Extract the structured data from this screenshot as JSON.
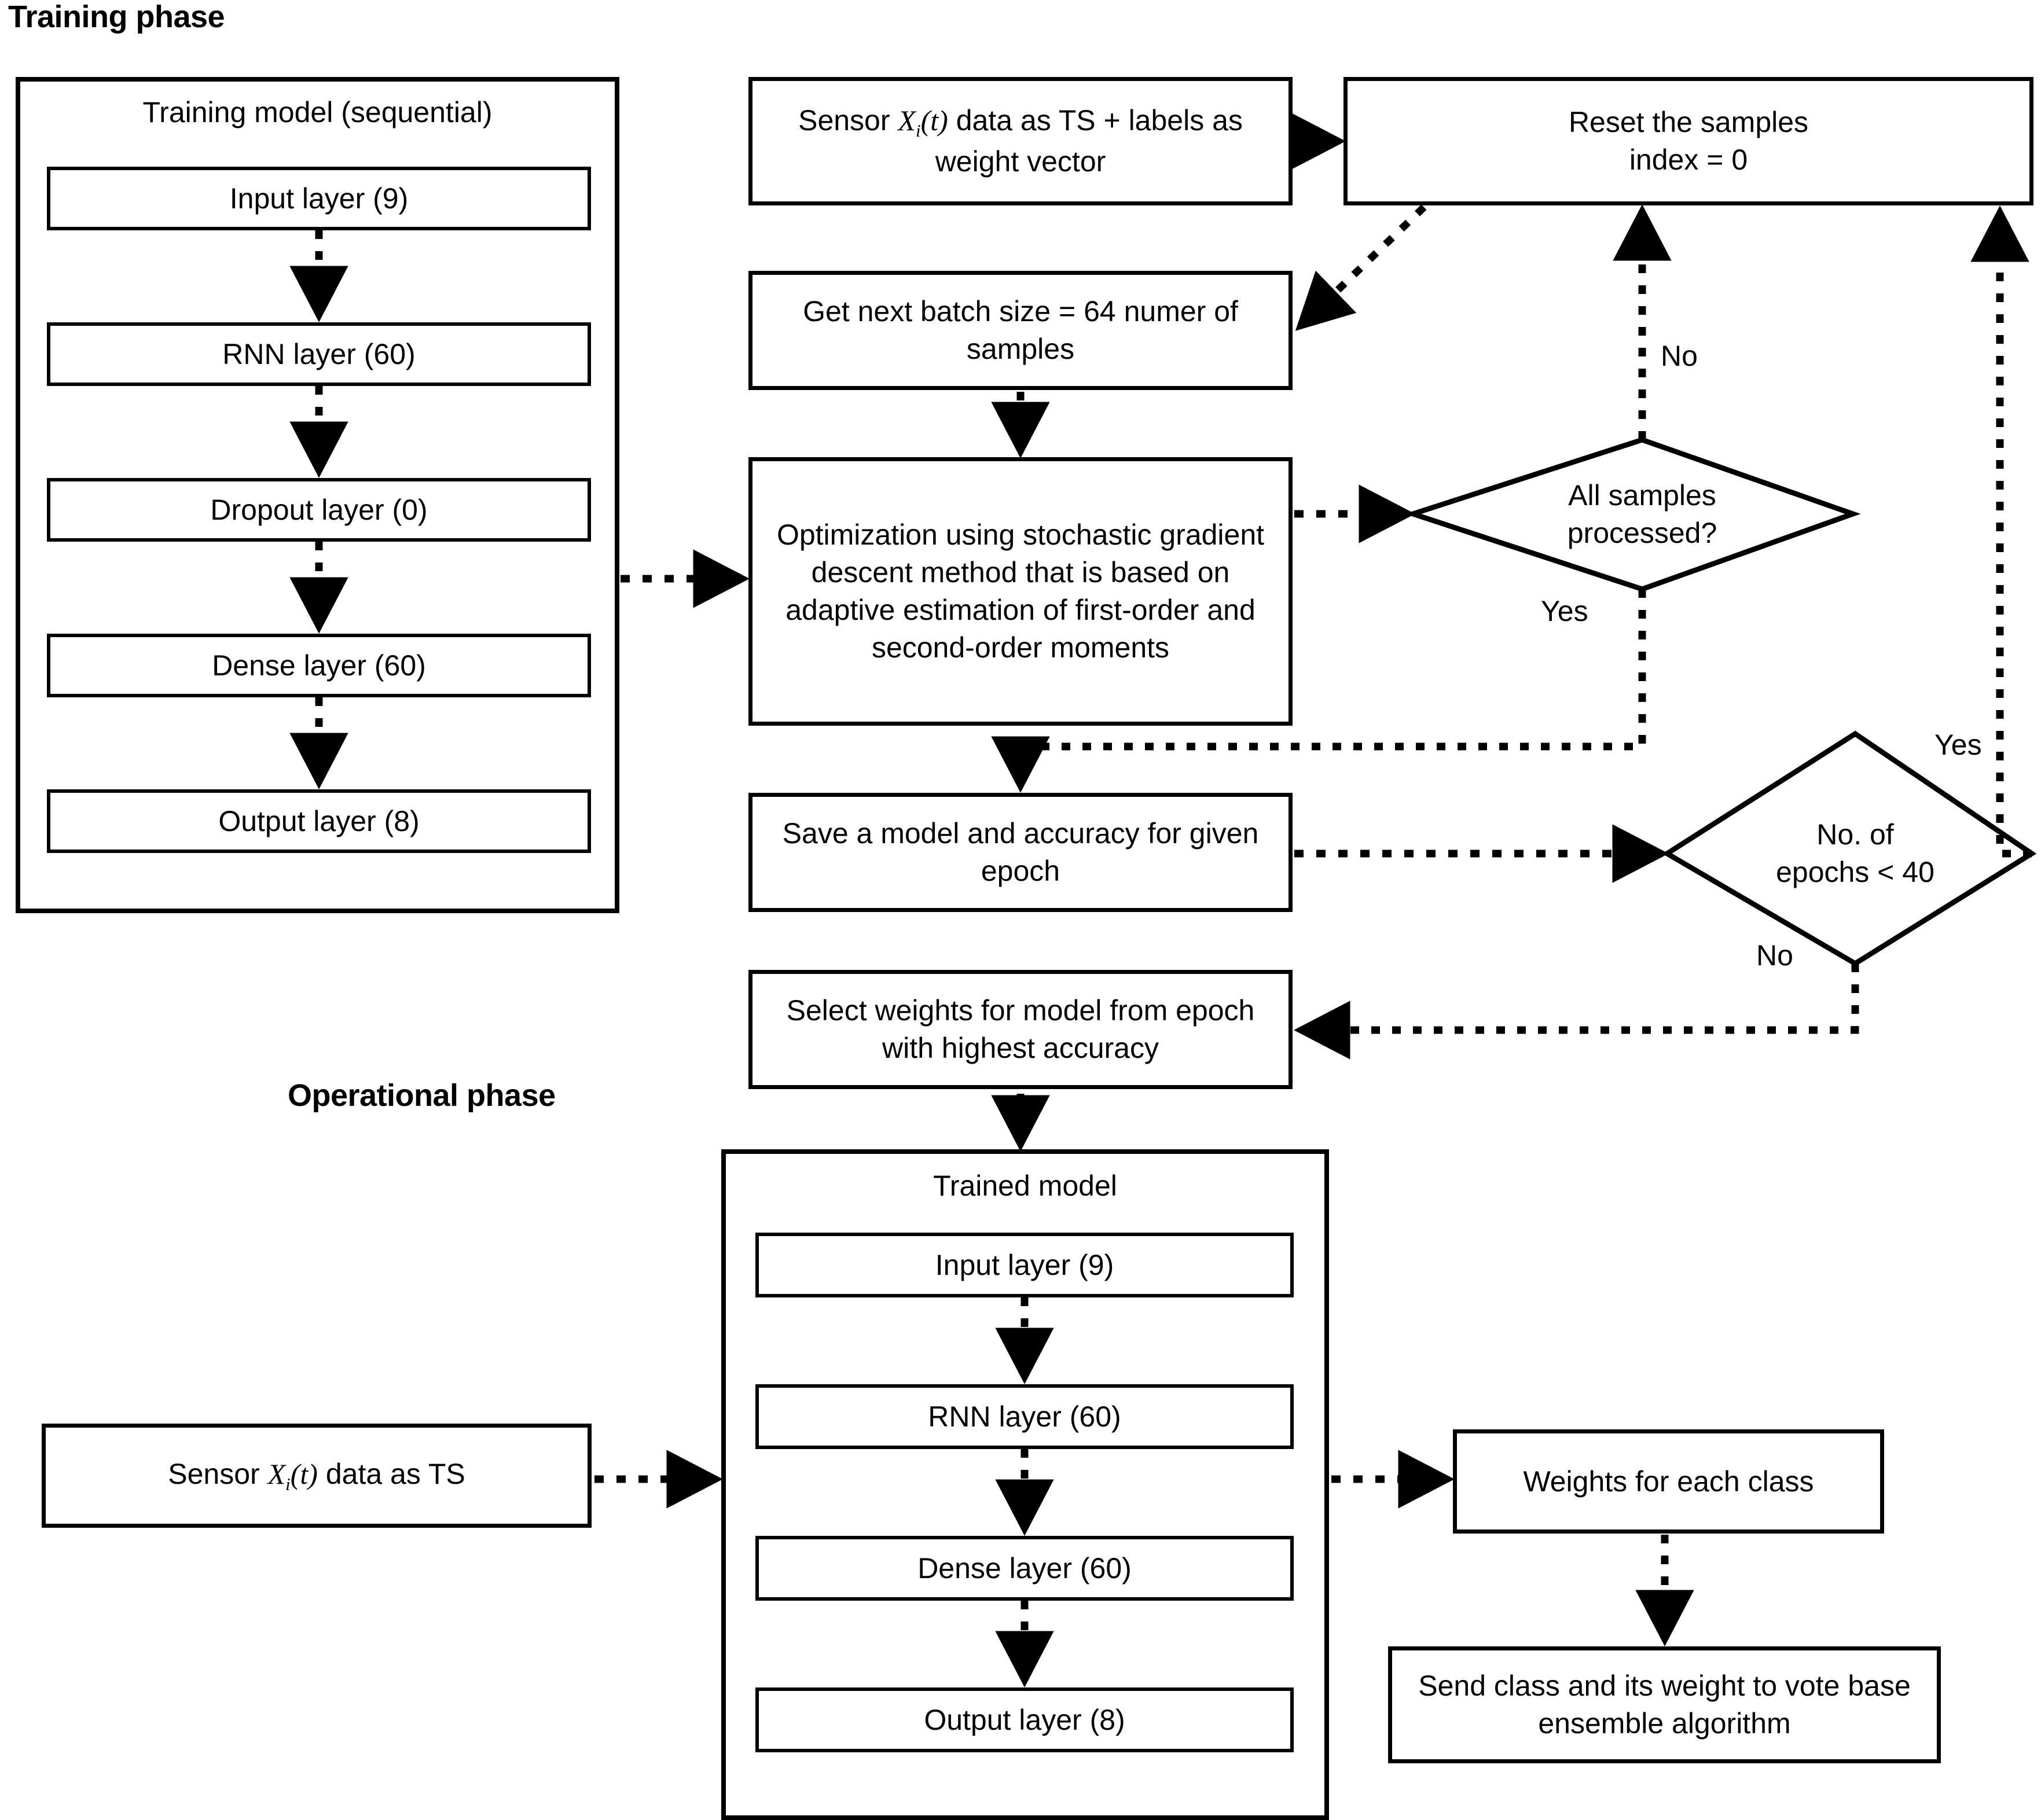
{
  "diagram": {
    "title_training": "Training phase",
    "title_operational": "Operational phase"
  },
  "training_model": {
    "title": "Training model (sequential)",
    "layers": [
      {
        "label": "Input layer (9)"
      },
      {
        "label": "RNN layer (60)"
      },
      {
        "label": "Dropout layer (0)"
      },
      {
        "label": "Dense layer (60)"
      },
      {
        "label": "Output layer (8)"
      }
    ]
  },
  "trained_model": {
    "title": "Trained model",
    "layers": [
      {
        "label": "Input layer (9)"
      },
      {
        "label": "RNN layer (60)"
      },
      {
        "label": "Dense layer (60)"
      },
      {
        "label": "Output layer (8)"
      }
    ]
  },
  "process_nodes": {
    "sensor_train_prefix": "Sensor ",
    "sensor_train_suffix": " data as TS + labels as weight vector",
    "reset_samples": "Reset the samples\nindex = 0",
    "get_batch": "Get next batch size = 64 numer of samples",
    "optimization": "Optimization using stochastic gradient descent method that is based on adaptive estimation of first-order and second-order moments",
    "save_model": "Save a model and accuracy for given epoch",
    "select_weights": "Select weights for model from epoch with highest accuracy",
    "sensor_op_prefix": "Sensor ",
    "sensor_op_suffix": " data as TS",
    "weights_each_class": "Weights for each class",
    "send_class": "Send class and its weight to vote base ensemble algorithm"
  },
  "decisions": {
    "all_samples": "All samples\nprocessed?",
    "all_samples_line1": "All samples",
    "all_samples_line2": "processed?",
    "epochs": "No. of\nepochs < 40",
    "epochs_line1": "No. of",
    "epochs_line2": "epochs < 40"
  },
  "edge_labels": {
    "no_top": "No",
    "yes_left": "Yes",
    "yes_right": "Yes",
    "no_bottom": "No"
  },
  "sensor_var": {
    "x": "X",
    "i": "i",
    "t": "t"
  },
  "colors": {
    "stroke": "#000000",
    "background": "#ffffff"
  }
}
